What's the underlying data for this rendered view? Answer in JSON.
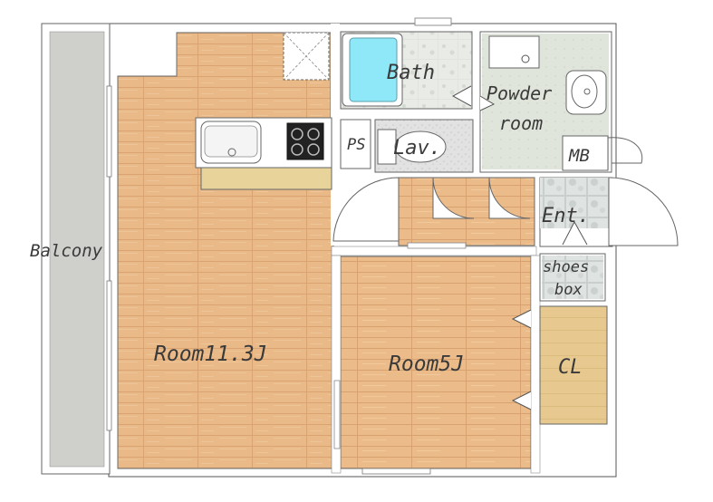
{
  "floorplan": {
    "rooms": {
      "balcony": "Balcony",
      "living": "Room11.3J",
      "bedroom": "Room5J",
      "bath": "Bath",
      "powder_line1": "Powder",
      "powder_line2": "room",
      "ps": "PS",
      "lavatory": "Lav.",
      "mb": "MB",
      "entrance": "Ent.",
      "shoes_line1": "shoes",
      "shoes_line2": "box",
      "closet": "CL"
    },
    "colors": {
      "wood_floor": "#e8b886",
      "wood_light": "#f0c89a",
      "balcony": "#cfd0cc",
      "tile": "#e2e6e1",
      "wall": "#ffffff",
      "wall_line": "#555555",
      "closet": "#e6c98e",
      "counter": "#e8d49a",
      "water": "#8ee8f8"
    }
  }
}
